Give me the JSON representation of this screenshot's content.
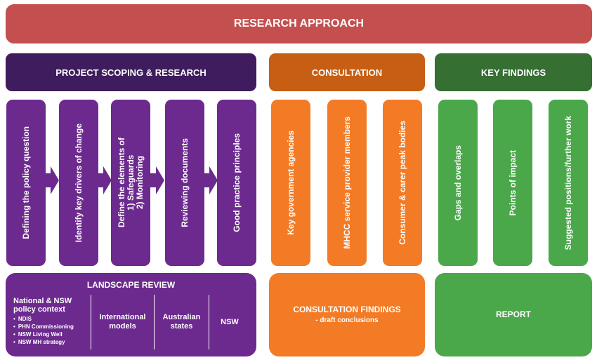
{
  "banner": {
    "title": "RESEARCH APPROACH"
  },
  "sections": {
    "scoping": "PROJECT SCOPING & RESEARCH",
    "consultation": "CONSULTATION",
    "findings": "KEY FINDINGS"
  },
  "scoping_steps": [
    "Defining the policy question",
    "Identify key drivers of change",
    "Define the elements of\n1) Safeguards\n2) Monitoring",
    "Reviewing documents",
    "Good practice principles"
  ],
  "consultation_steps": [
    "Key government agencies",
    "MHCC service provider members",
    "Consumer & carer peak bodies"
  ],
  "findings_steps": [
    "Gaps and overlaps",
    "Points of impact",
    "Suggested positions/further work"
  ],
  "landscape": {
    "title": "LANDSCAPE REVIEW",
    "national_title": "National & NSW policy context",
    "national_items": [
      "NDIS",
      "PHN Commissioning",
      "NSW Living Well",
      "NSW MH strategy"
    ],
    "international": "International models",
    "australian": "Australian states",
    "nsw": "NSW"
  },
  "consultation_findings": {
    "title": "CONSULTATION FINDINGS",
    "subtitle": "- draft conclusions"
  },
  "report": {
    "title": "REPORT"
  },
  "colors": {
    "banner": "#c44f4f",
    "scoping_header": "#3e1c5e",
    "scoping": "#6c2a8e",
    "consultation_header": "#c65e13",
    "consultation": "#f37b26",
    "findings_header": "#356f31",
    "findings": "#4aa84b"
  }
}
